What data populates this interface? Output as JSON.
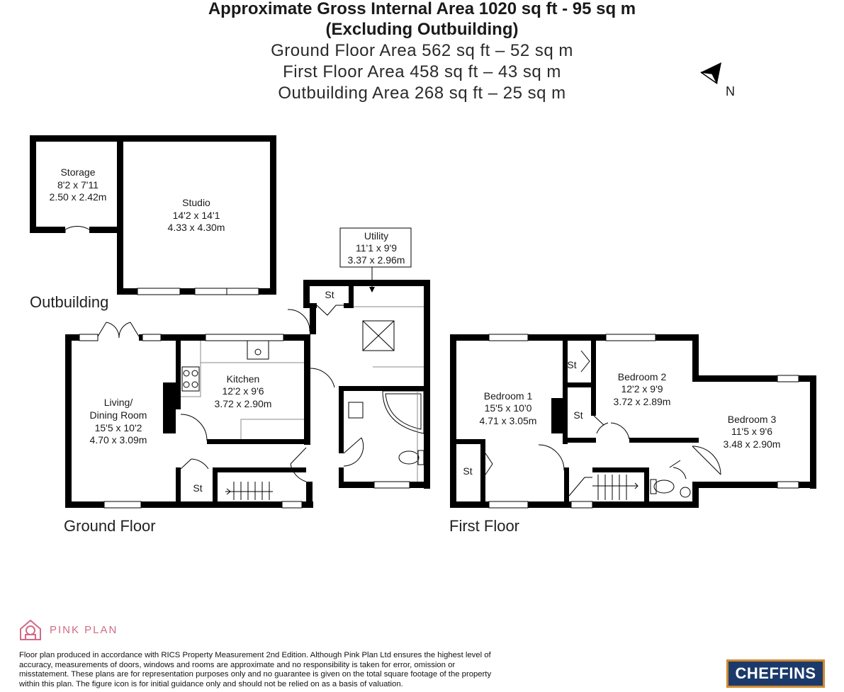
{
  "header": {
    "title_line1": "Approximate Gross Internal Area 1020 sq ft - 95 sq m",
    "title_line2": "(Excluding Outbuilding)",
    "ground_floor_area": "Ground Floor Area 562 sq ft – 52 sq m",
    "first_floor_area": "First Floor Area 458 sq ft – 43 sq m",
    "outbuilding_area": "Outbuilding Area 268 sq ft – 25 sq m"
  },
  "compass": {
    "label": "N",
    "icon": "north-arrow-icon"
  },
  "floors": {
    "outbuilding": "Outbuilding",
    "ground": "Ground Floor",
    "first": "First Floor"
  },
  "rooms": {
    "storage": {
      "name": "Storage",
      "imperial": "8'2 x 7'11",
      "metric": "2.50 x 2.42m"
    },
    "studio": {
      "name": "Studio",
      "imperial": "14'2 x 14'1",
      "metric": "4.33 x 4.30m"
    },
    "utility": {
      "name": "Utility",
      "imperial": "11'1 x 9'9",
      "metric": "3.37 x 2.96m"
    },
    "kitchen": {
      "name": "Kitchen",
      "imperial": "12'2 x 9'6",
      "metric": "3.72 x 2.90m"
    },
    "living": {
      "name_line1": "Living/",
      "name_line2": "Dining Room",
      "imperial": "15'5 x 10'2",
      "metric": "4.70 x 3.09m"
    },
    "bedroom1": {
      "name": "Bedroom 1",
      "imperial": "15'5 x 10'0",
      "metric": "4.71 x 3.05m"
    },
    "bedroom2": {
      "name": "Bedroom 2",
      "imperial": "12'2 x 9'9",
      "metric": "3.72 x 2.89m"
    },
    "bedroom3": {
      "name": "Bedroom 3",
      "imperial": "11'5 x 9'6",
      "metric": "3.48 x 2.90m"
    },
    "store_label": "St"
  },
  "footer": {
    "brand": "PINK PLAN",
    "disclaimer": "Floor plan produced in accordance with RICS Property Measurement 2nd Edition. Although Pink Plan Ltd ensures the highest level of accuracy, measurements of doors, windows and rooms are approximate and no responsibility is taken for error, omission or misstatement. These plans are for representation purposes only and no guarantee is given on the total square footage of the property within this plan. The figure icon is for initial guidance only and should not be relied on as a basis of valuation.",
    "agent_logo": "CHEFFINS"
  },
  "colors": {
    "brand_pink": "#d16b86",
    "cheffins_navy": "#1b3a6b",
    "cheffins_gold": "#d08a2e"
  }
}
